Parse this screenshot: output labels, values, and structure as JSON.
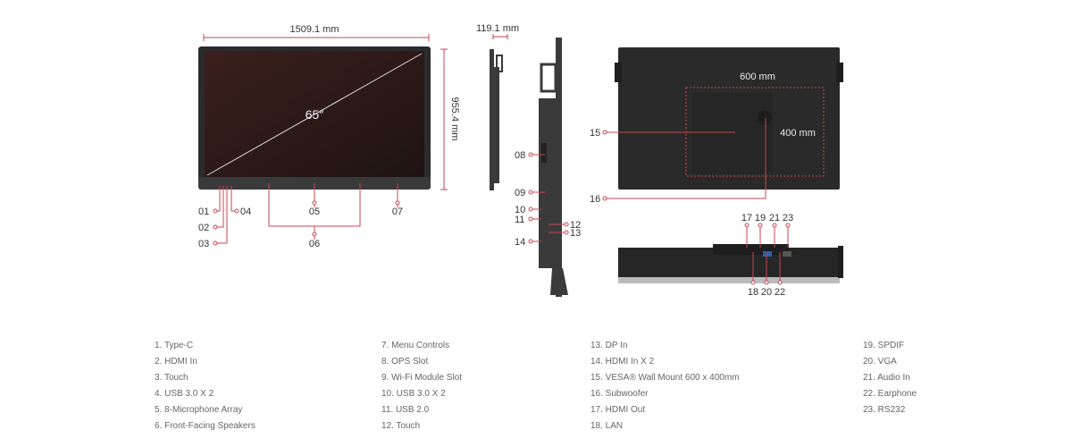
{
  "diagram": {
    "front": {
      "width_label": "1509.1 mm",
      "height_label": "955.4 mm",
      "diagonal_label": "65″"
    },
    "side": {
      "depth_label": "119.1 mm"
    },
    "back": {
      "vesa_w_label": "600  mm",
      "vesa_h_label": "400 mm"
    },
    "callouts": [
      "01",
      "02",
      "03",
      "04",
      "05",
      "06",
      "07",
      "08",
      "09",
      "10",
      "11",
      "12",
      "13",
      "14",
      "15",
      "16",
      "17",
      "18",
      "19",
      "20",
      "21",
      "22",
      "23"
    ],
    "accent": "#c8454f"
  },
  "legend": {
    "columns": [
      [
        "1. Type-C",
        "2. HDMI In",
        "3. Touch",
        "4. USB 3.0 X 2",
        "5. 8-Microphone Array",
        "6. Front-Facing Speakers"
      ],
      [
        "7. Menu Controls",
        "8. OPS Slot",
        "9. Wi-Fi Module Slot",
        "10. USB 3.0 X 2",
        "11. USB 2.0",
        "12. Touch"
      ],
      [
        "13. DP In",
        "14. HDMI In X 2",
        "15. VESA® Wall Mount 600 x 400mm",
        "16. Subwoofer",
        "17. HDMI Out",
        "18. LAN"
      ],
      [
        "19. SPDIF",
        "20. VGA",
        "21. Audio In",
        "22. Earphone",
        "23. RS232"
      ]
    ]
  }
}
